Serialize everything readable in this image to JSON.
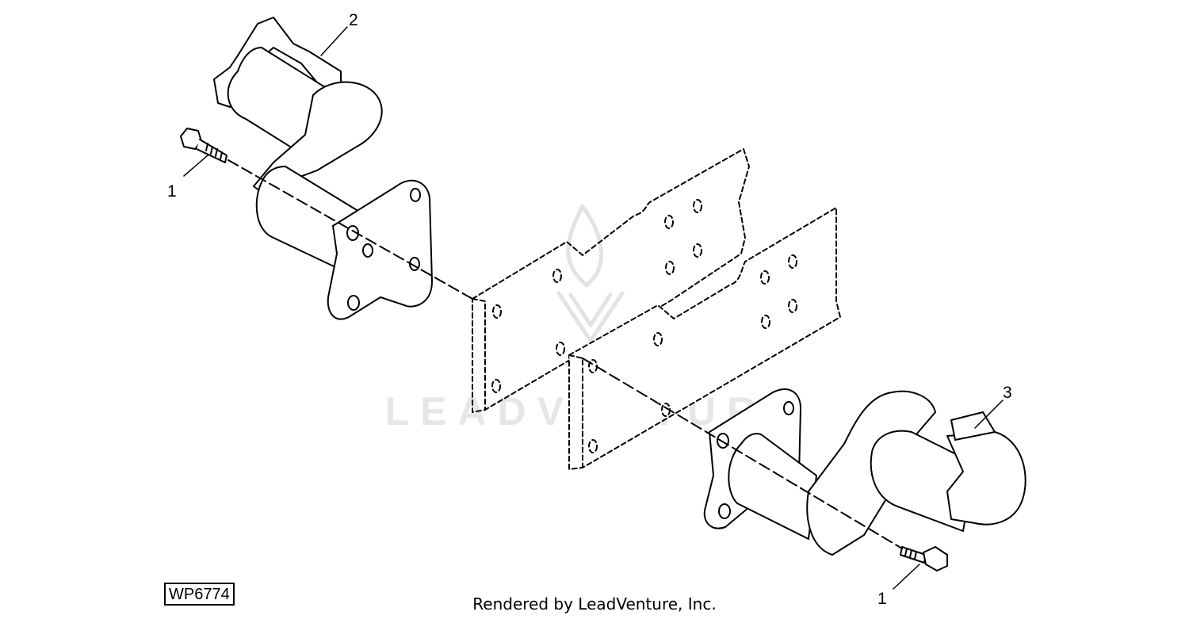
{
  "diagram": {
    "reference_code": "WP6774",
    "credit": "Rendered by LeadVenture, Inc.",
    "watermark": "LEADVENTURE",
    "callouts": [
      {
        "id": "bolt-upper",
        "label": "1"
      },
      {
        "id": "bracket-upper",
        "label": "2"
      },
      {
        "id": "bracket-lower",
        "label": "3"
      },
      {
        "id": "bolt-lower",
        "label": "1"
      }
    ]
  }
}
